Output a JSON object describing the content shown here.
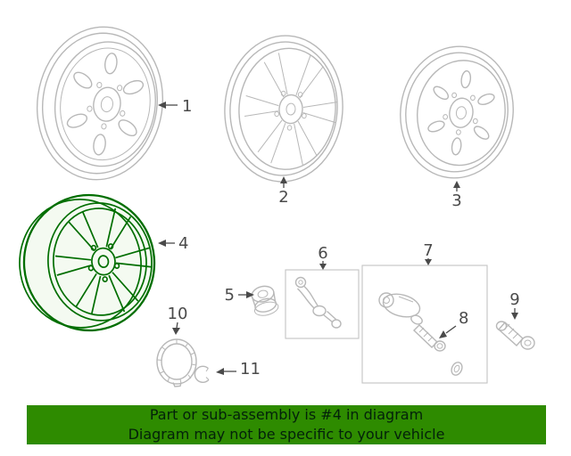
{
  "banner": {
    "line1": "Part or sub-assembly is #4 in diagram",
    "line2": "Diagram may not be specific to your vehicle"
  },
  "colors": {
    "line": "#b8b8b8",
    "label": "#4a4a4a",
    "highlight": "#006e00",
    "banner-bg": "#2e8b00",
    "banner-text": "#03210a",
    "bg": "#ffffff"
  },
  "parts": [
    {
      "label": "1",
      "drawing": "steel-wheel"
    },
    {
      "label": "2",
      "drawing": "alloy-wheel"
    },
    {
      "label": "3",
      "drawing": "steel-wheel"
    },
    {
      "label": "4",
      "drawing": "alloy-wheel-highlighted"
    },
    {
      "label": "5",
      "drawing": "lug-nut"
    },
    {
      "label": "6",
      "drawing": "valve-stem-kit"
    },
    {
      "label": "7",
      "drawing": "tpms-sensor-kit"
    },
    {
      "label": "8",
      "drawing": "valve-stem"
    },
    {
      "label": "9",
      "drawing": "valve-stem"
    },
    {
      "label": "10",
      "drawing": "center-cap"
    },
    {
      "label": "11",
      "drawing": "retainer-clip"
    }
  ]
}
